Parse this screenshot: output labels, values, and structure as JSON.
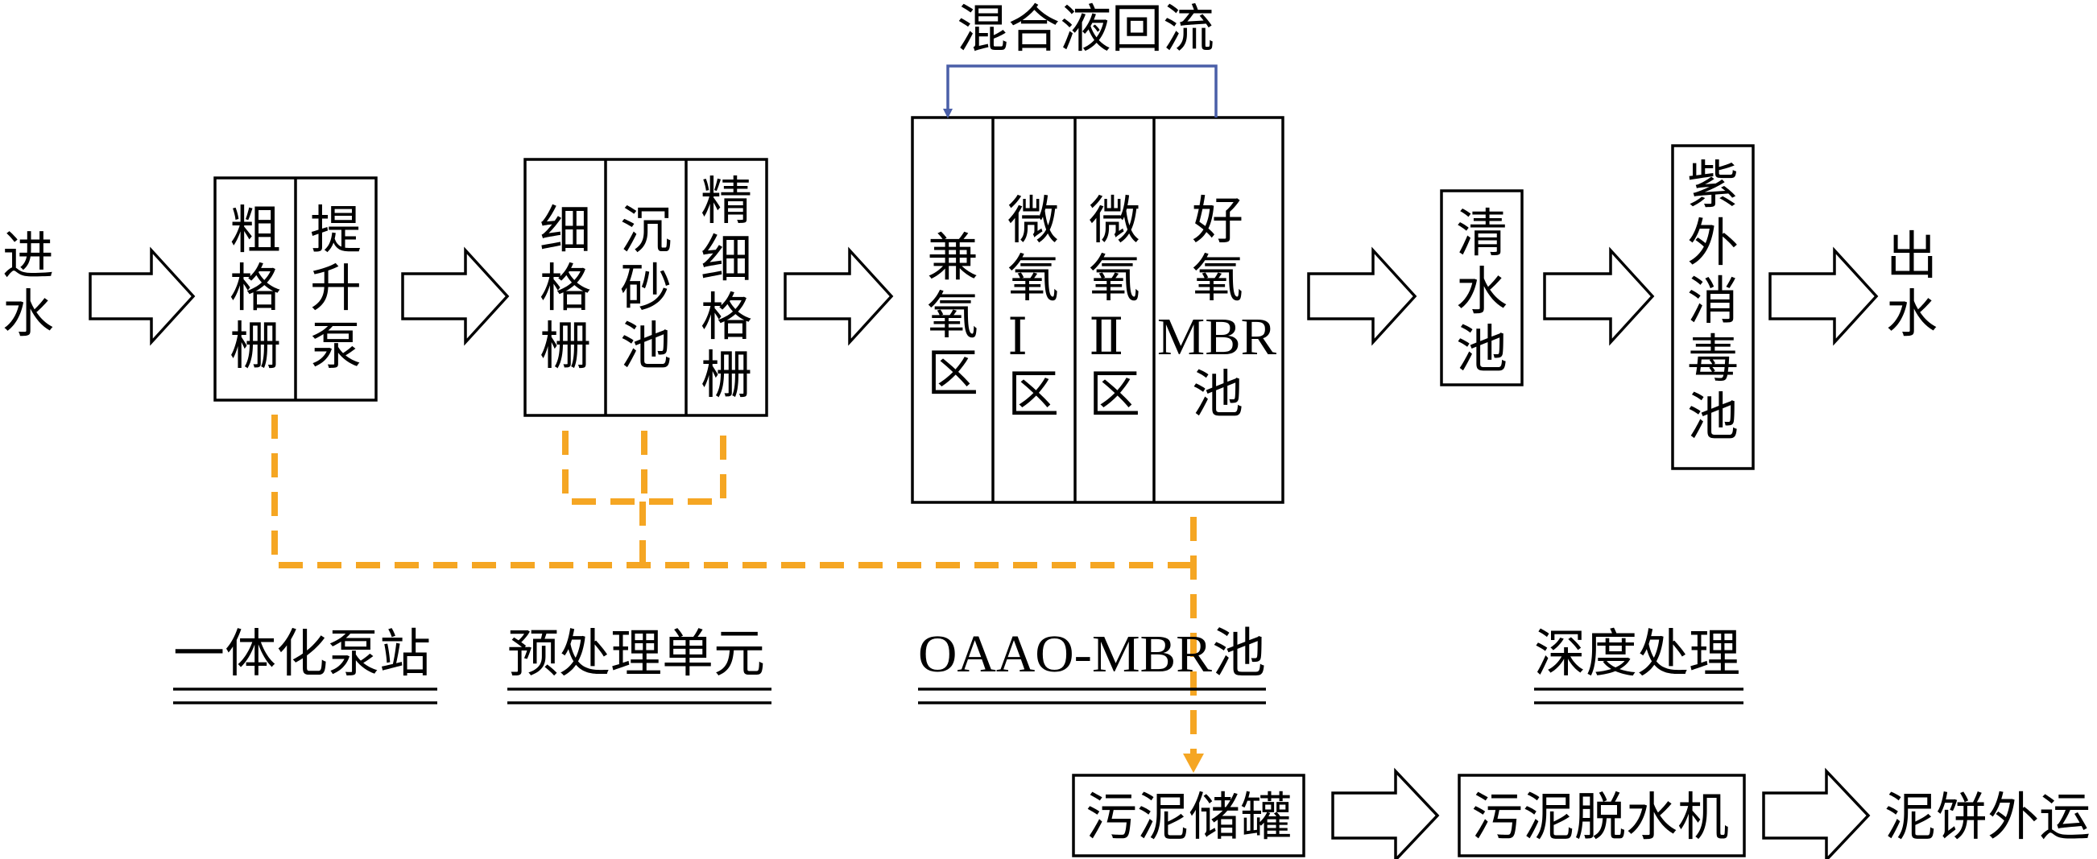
{
  "inlet": [
    "进",
    "水"
  ],
  "outlet": [
    "出",
    "水"
  ],
  "recycle_label": "混合液回流",
  "pump_station": {
    "cells": [
      {
        "chars": [
          "粗",
          "格",
          "栅"
        ]
      },
      {
        "chars": [
          "提",
          "升",
          "泵"
        ]
      }
    ]
  },
  "pretreatment": {
    "cells": [
      {
        "chars": [
          "细",
          "格",
          "栅"
        ]
      },
      {
        "chars": [
          "沉",
          "砂",
          "池"
        ]
      },
      {
        "chars": [
          "精",
          "细",
          "格",
          "栅"
        ]
      }
    ]
  },
  "oaao": {
    "cells": [
      {
        "chars": [
          "兼",
          "氧",
          "区"
        ]
      },
      {
        "chars": [
          "微",
          "氧",
          "Ⅰ",
          "区"
        ]
      },
      {
        "chars": [
          "微",
          "氧",
          "Ⅱ",
          "区"
        ]
      },
      {
        "chars": [
          "好",
          "氧",
          "MBR",
          "池"
        ]
      }
    ]
  },
  "clear_tank": [
    "清",
    "水",
    "池"
  ],
  "uv_tank": [
    "紫",
    "外",
    "消",
    "毒",
    "池"
  ],
  "section_labels": {
    "pump_station": "一体化泵站",
    "pretreatment": "预处理单元",
    "oaao": "OAAO-MBR池",
    "advanced": "深度处理"
  },
  "sludge_line": {
    "storage": "污泥储罐",
    "dewatering": "污泥脱水机",
    "cake_out": "泥饼外运"
  },
  "colors": {
    "sludge_dashed": "#F5A623",
    "recycle_line": "#4A5FA8",
    "outline": "#000000"
  }
}
